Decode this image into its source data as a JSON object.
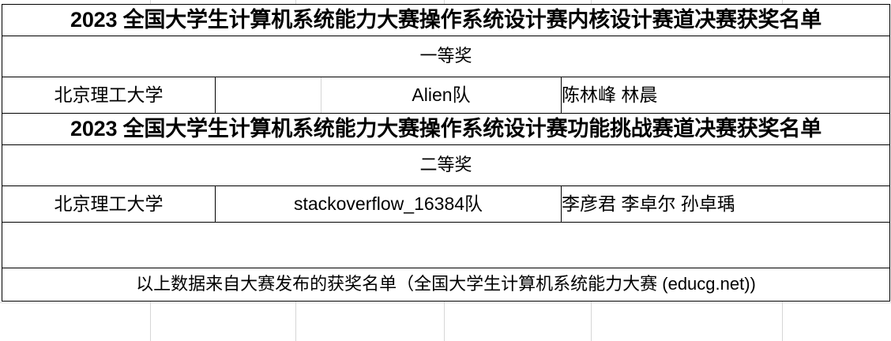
{
  "document": {
    "type": "spreadsheet-award-list",
    "accent_red": "#ff0000",
    "text_color": "#000000",
    "background": "#ffffff"
  },
  "sections": [
    {
      "title": "2023 全国大学生计算机系统能力大赛操作系统设计赛内核设计赛道决赛获奖名单",
      "award_label": "一等奖",
      "entry": {
        "university": "北京理工大学",
        "spacer": "",
        "team": "Alien队",
        "members": "陈林峰 林晨"
      }
    },
    {
      "title": "2023 全国大学生计算机系统能力大赛操作系统设计赛功能挑战赛道决赛获奖名单",
      "award_label": "二等奖",
      "entry": {
        "university": "北京理工大学",
        "team": "stackoverflow_16384队",
        "members": "李彦君 李卓尔 孙卓瑀"
      }
    }
  ],
  "blank_row": "",
  "footer": {
    "note": "以上数据来自大赛发布的获奖名单（全国大学生计算机系统能力大赛 (educg.net))"
  }
}
